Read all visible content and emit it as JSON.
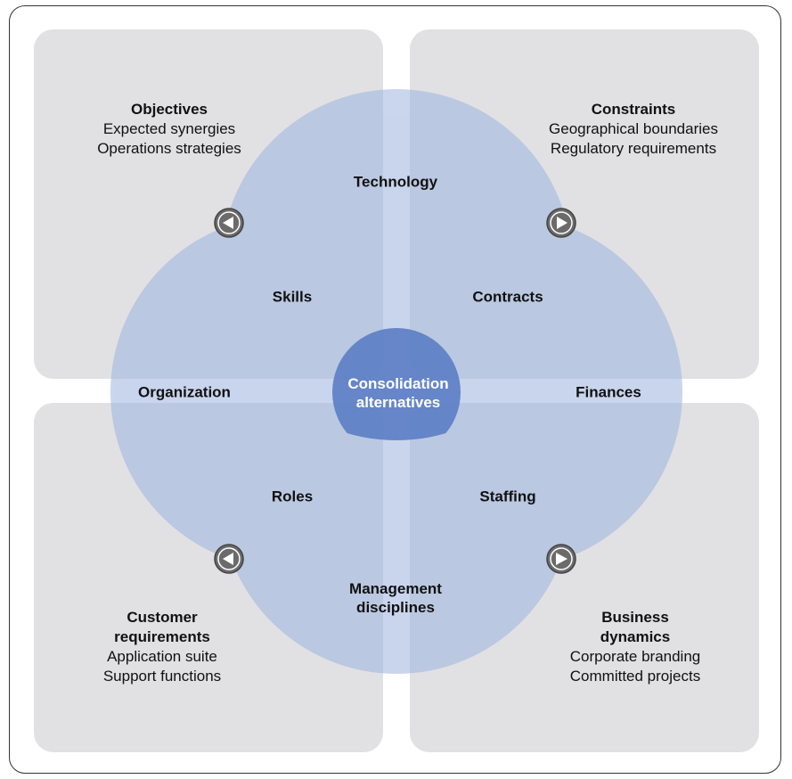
{
  "corners": {
    "objectives": {
      "title": "Objectives",
      "lines": [
        "Expected synergies",
        "Operations strategies"
      ]
    },
    "constraints": {
      "title": "Constraints",
      "lines": [
        "Geographical boundaries",
        "Regulatory requirements"
      ]
    },
    "customer": {
      "title_lines": [
        "Customer",
        "requirements"
      ],
      "lines": [
        "Application suite",
        "Support functions"
      ]
    },
    "business": {
      "title_lines": [
        "Business",
        "dynamics"
      ],
      "lines": [
        "Corporate branding",
        "Committed projects"
      ]
    }
  },
  "circles": {
    "top": "Technology",
    "left": "Organization",
    "right": "Finances",
    "bottom": [
      "Management",
      "disciplines"
    ]
  },
  "overlaps": {
    "skills": "Skills",
    "contracts": "Contracts",
    "roles": "Roles",
    "staffing": "Staffing"
  },
  "center": [
    "Consolidation",
    "alternatives"
  ],
  "colors": {
    "circle_fill": "#a9bde3",
    "center_fill": "#5b7dc4",
    "quadrant": "#e1e1e3",
    "arrow_button": "#6b6b6b"
  },
  "icons": {
    "top_left": "arrow-up-left-icon",
    "top_right": "arrow-up-right-icon",
    "bottom_left": "arrow-down-left-icon",
    "bottom_right": "arrow-down-right-icon"
  }
}
